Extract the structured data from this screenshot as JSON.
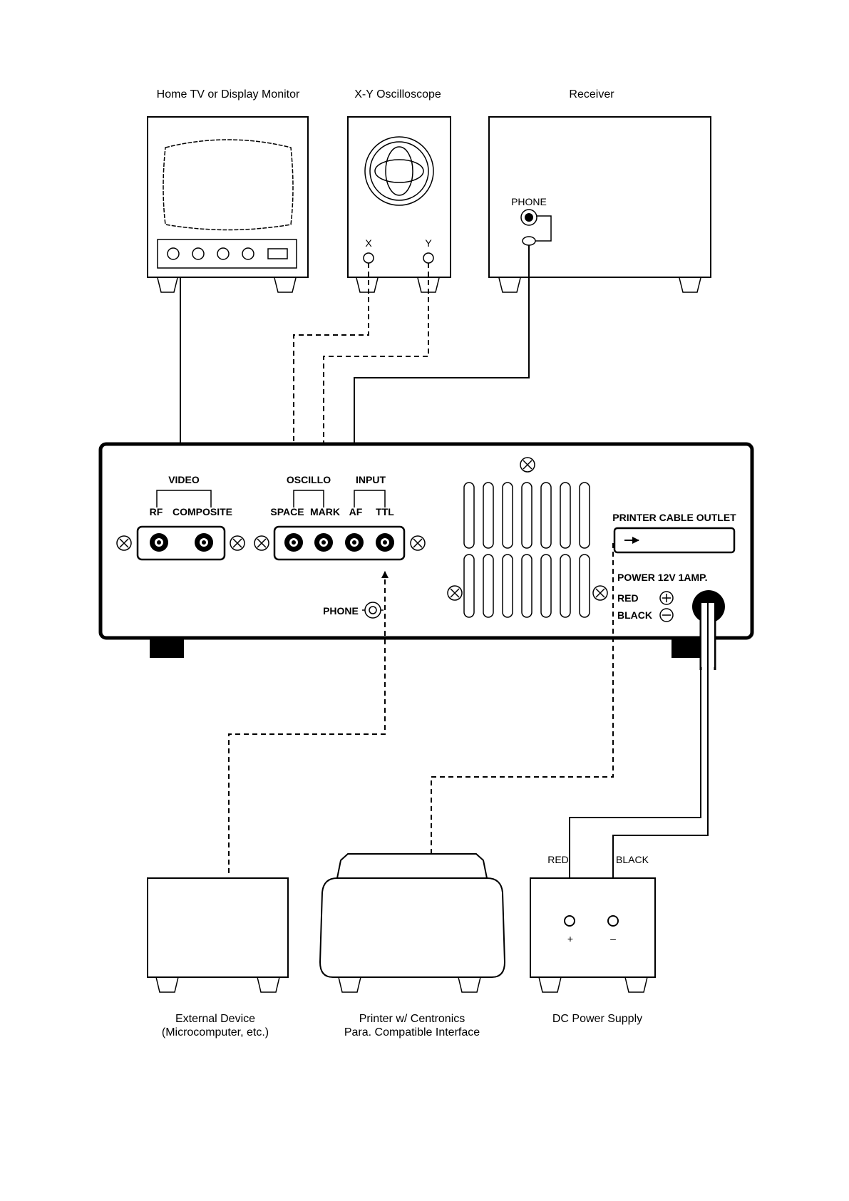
{
  "devices": {
    "tv": "Home TV or Display Monitor",
    "scope": "X-Y Oscilloscope",
    "receiver": "Receiver",
    "external_line1": "External Device",
    "external_line2": "(Microcomputer, etc.)",
    "printer_line1": "Printer w/ Centronics",
    "printer_line2": "Para. Compatible Interface",
    "psu": "DC Power Supply"
  },
  "scope_jacks": {
    "x": "X",
    "y": "Y"
  },
  "receiver_jack": "PHONE",
  "panel": {
    "video": "VIDEO",
    "rf": "RF",
    "composite": "COMPOSITE",
    "oscillo": "OSCILLO",
    "space": "SPACE",
    "mark": "MARK",
    "input": "INPUT",
    "af": "AF",
    "ttl": "TTL",
    "phone": "PHONE",
    "printer_outlet": "PRINTER CABLE OUTLET",
    "power": "POWER  12V  1AMP.",
    "red": "RED",
    "black": "BLACK"
  },
  "psu_terminals": {
    "red": "RED",
    "black": "BLACK",
    "plus": "+",
    "minus": "–"
  },
  "connections": [
    {
      "from": "Home TV or Display Monitor",
      "to": "VIDEO",
      "style": "solid"
    },
    {
      "from": "X",
      "to": "SPACE",
      "style": "dashed"
    },
    {
      "from": "Y",
      "to": "MARK",
      "style": "dashed"
    },
    {
      "from": "PHONE",
      "to": "INPUT",
      "style": "solid"
    },
    {
      "from": "External Device",
      "to": "TTL",
      "style": "dashed"
    },
    {
      "from": "Printer w/ Centronics",
      "to": "PRINTER CABLE OUTLET",
      "style": "dashed"
    },
    {
      "from": "DC Power Supply",
      "to": "POWER",
      "style": "solid"
    }
  ]
}
